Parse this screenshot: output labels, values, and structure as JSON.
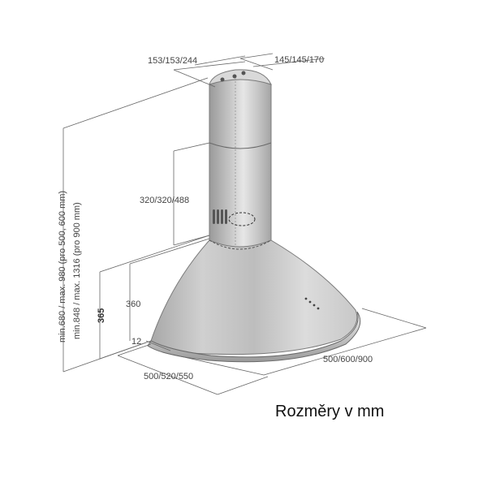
{
  "caption": "Rozměry v mm",
  "dimensions": {
    "top_depth": "153/153/244",
    "top_width": "145/145/170",
    "chimney_height": "320/320/488",
    "overall_height_1": "min.680 / max. 980 (pro 500, 600 mm)",
    "overall_height_2": "min.848 / max. 1316 (pro 900 mm)",
    "hood_height": "365",
    "canopy_height": "360",
    "rim": "12",
    "depth": "500/520/550",
    "width": "500/600/900"
  },
  "colors": {
    "steel_light": "#e4e4e4",
    "steel_mid": "#b8b8b8",
    "steel_dark": "#8c8c8c",
    "line": "#666666"
  }
}
